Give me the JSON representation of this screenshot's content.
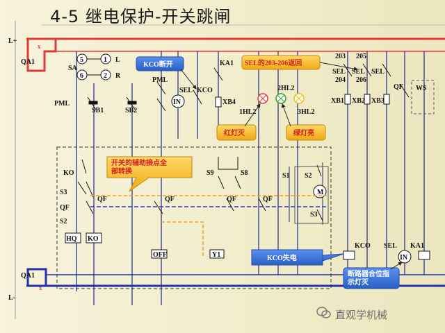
{
  "title": "4-5   继电保护-开关跳闸",
  "rails": {
    "top": "L+",
    "bottom": "L-"
  },
  "breakers": {
    "top": "QA1",
    "bottom": "QA1"
  },
  "left_labels": {
    "sa": "SA",
    "l": "L",
    "r": "R",
    "num5": "5",
    "num1": "1",
    "num6": "6",
    "num2": "2",
    "pml1": "PML",
    "pml2": "PML",
    "sb1": "SB1",
    "sb2": "SB2",
    "in": "IN",
    "kco": "KCO",
    "sel_a": "SEL",
    "ka1": "KA1",
    "xb4": "XB4"
  },
  "mid_labels": {
    "2hl2": "2HL2",
    "1hl2": "1HL2",
    "3hl2": "3HL2",
    "s9": "S9",
    "s8": "S8",
    "s1": "S1",
    "s2": "S2",
    "s3m": "S3",
    "motor": "M"
  },
  "right_labels": {
    "n203": "203",
    "n205": "205",
    "sel1": "SEL",
    "sel2": "SEL",
    "sel3": "SEL",
    "n204": "204",
    "n206": "206",
    "qf_r": "QF",
    "ws": "WS",
    "xb1": "XB1",
    "xb2": "XB2",
    "xb3": "XB3",
    "kco_b": "KCO",
    "sel_b": "SEL",
    "ka1_b": "KA1",
    "in_b": "IN"
  },
  "mechanism": {
    "ko": "KO",
    "s3": "S3",
    "qf": "QF",
    "s2": "S2",
    "hq": "HQ",
    "ko_box": "KO",
    "qf2": "QF",
    "qf3": "QF",
    "qf4": "QF",
    "qf5": "QF",
    "off": "OFF",
    "y1": "Y1"
  },
  "callouts": {
    "kco_open": "KCO断开",
    "sel_return": "SEL的203-206返回",
    "red_off": "红灯灭",
    "green_on": "绿灯亮",
    "aux_switch": "开关的辅助接点全部转换",
    "kco_lose": "KCO失电",
    "breaker_lamp": "断路器合位指示灯灭"
  },
  "watermark": "直观学机械",
  "colors": {
    "rail": "#e03a3a",
    "wire": "#1a2a8a",
    "callout_blue": "#2e6fd6",
    "callout_orange": "#f5b21b",
    "callout_red_text": "#cf1f1f"
  }
}
